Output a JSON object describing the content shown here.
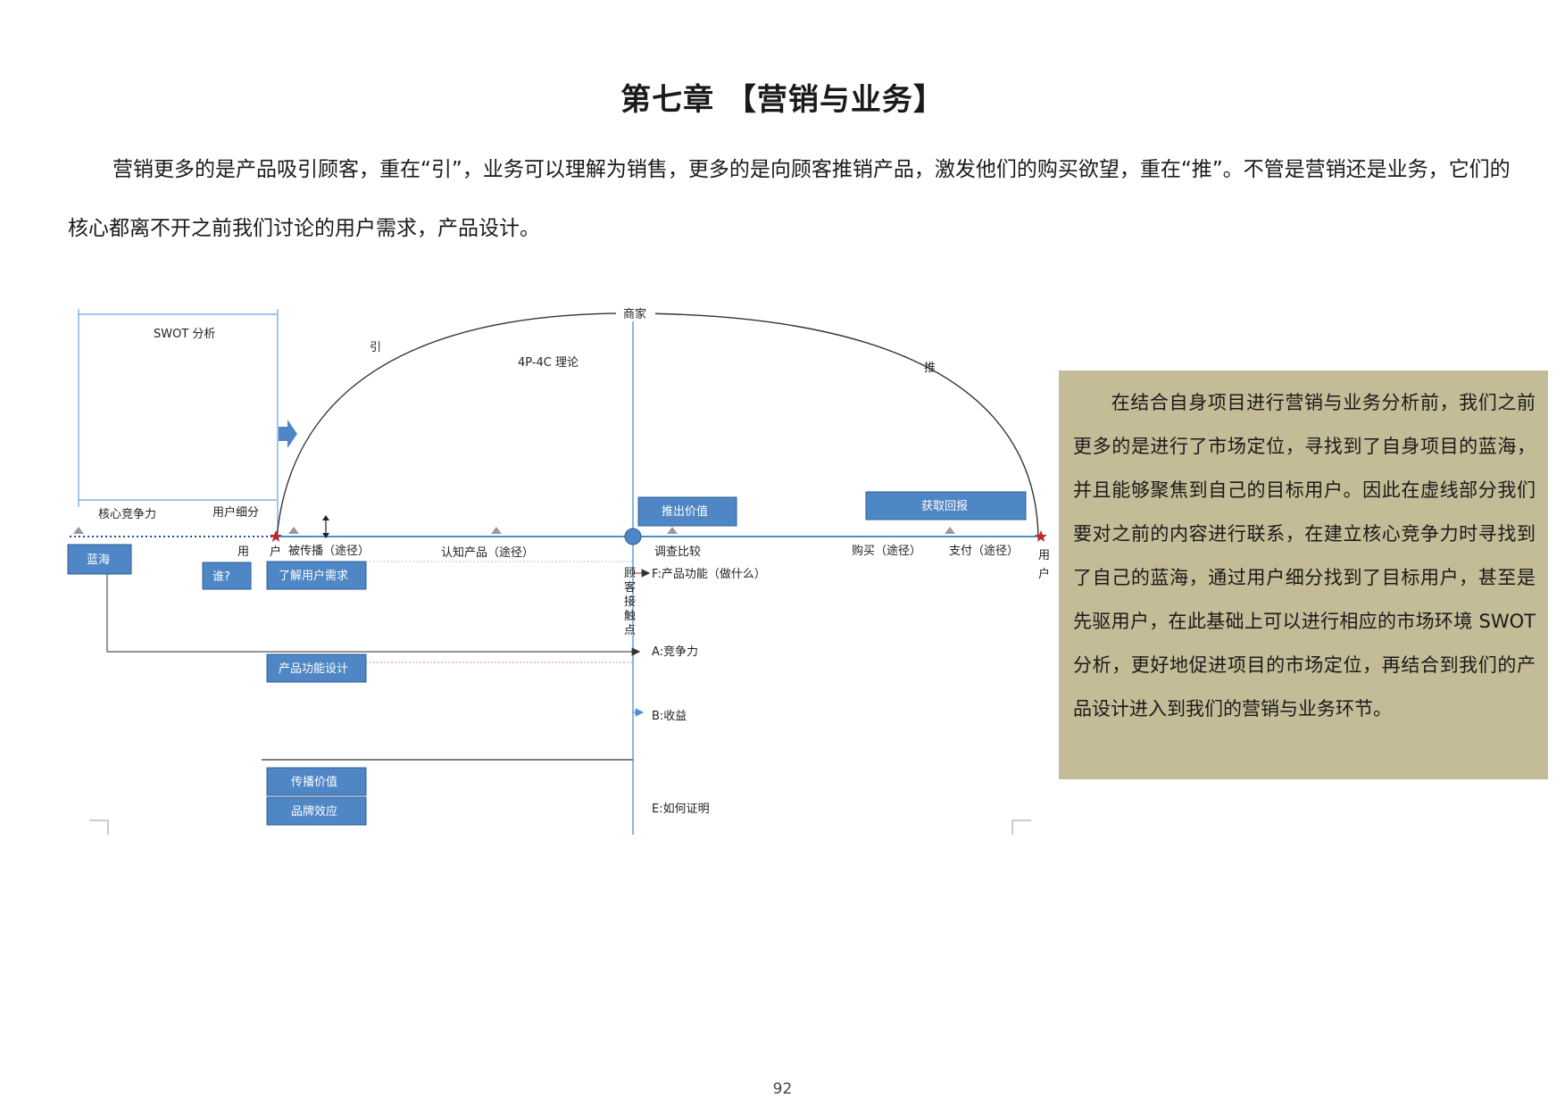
{
  "chapter": {
    "title": "第七章 【营销与业务】"
  },
  "intro": {
    "text": "营销更多的是产品吸引顾客，重在“引”，业务可以理解为销售，更多的是向顾客推销产品，激发他们的购买欲望，重在“推”。不管是营销还是业务，它们的核心都离不开之前我们讨论的用户需求，产品设计。"
  },
  "diagram": {
    "swot_label": "SWOT 分析",
    "arc_left_label": "引",
    "arc_right_label": "推",
    "theory_label": "4P-4C 理论",
    "merchant_label": "商家",
    "core_label": "核心竞争力",
    "segment_label": "用户细分",
    "blue_ocean": "蓝海",
    "user_left_top": "用",
    "user_left_bottom": "户",
    "who": "谁?",
    "spread_label": "被传播（途径）",
    "cognition_label": "认知产品（途径）",
    "compare_label": "调查比较",
    "buy_label": "购买（途径）",
    "pay_label": "支付（途径）",
    "user_right_top": "用",
    "user_right_bottom": "户",
    "understand_needs": "了解用户需求",
    "product_design": "产品功能设计",
    "spread_value": "传播价值",
    "brand_effect": "品牌效应",
    "push_value": "推出价值",
    "get_return": "获取回报",
    "touchpoint": [
      "顾",
      "客",
      "接",
      "触",
      "点"
    ],
    "f_label": "F:产品功能（做什么）",
    "a_label": "A:竞争力",
    "b_label": "B:收益",
    "e_label": "E:如何证明"
  },
  "sidebar": {
    "text": "在结合自身项目进行营销与业务分析前，我们之前更多的是进行了市场定位，寻找到了自身项目的蓝海，并且能够聚焦到自己的目标用户。因此在虚线部分我们要对之前的内容进行联系，在建立核心竞争力时寻找到了自己的蓝海，通过用户细分找到了目标用户，甚至是先驱用户，在此基础上可以进行相应的市场环境 SWOT 分析，更好地促进项目的市场定位，再结合到我们的产品设计进入到我们的营销与业务环节。"
  },
  "page": {
    "number": "92"
  },
  "colors": {
    "box_blue": "#4f86c6",
    "box_border": "#2f5f96",
    "axis_blue": "#4a8fc9",
    "sidebar_bg": "#c4bb97",
    "star_red": "#c0282c"
  }
}
